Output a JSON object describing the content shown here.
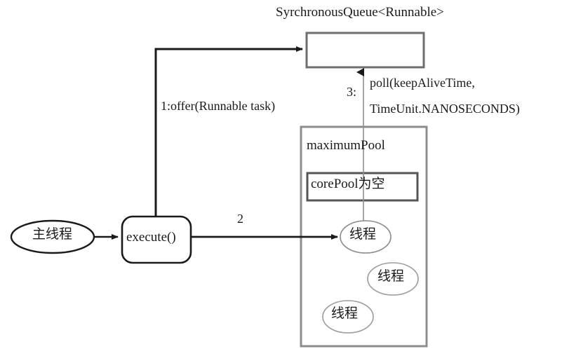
{
  "diagram": {
    "title": "SyrchronousQueue<Runnable>",
    "queue_box": {
      "name": "synchronous-queue-box"
    },
    "edges": {
      "offer_label": "1:offer(Runnable task)",
      "step3_label": "3:",
      "poll_line1": "poll(keepAliveTime,",
      "poll_line2": "TimeUnit.NANOSECONDS)",
      "step2_label": "2"
    },
    "pool": {
      "maximum_pool_label": "maximumPool",
      "core_pool_label": "corePool为空"
    },
    "nodes": {
      "main_thread": "主线程",
      "execute": "execute()",
      "thread_1": "线程",
      "thread_2": "线程",
      "thread_3": "线程"
    },
    "colors": {
      "stroke_dark": "#1a1a1a",
      "stroke_gray": "#808080",
      "stroke_light": "#9a9a9a",
      "background": "#ffffff"
    }
  }
}
